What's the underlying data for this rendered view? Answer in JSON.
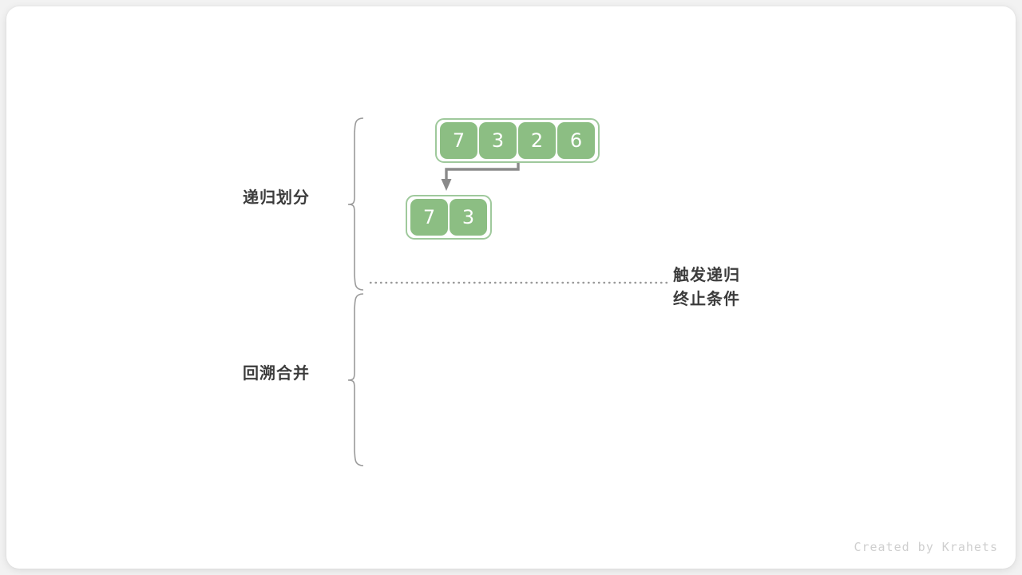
{
  "figure": {
    "title_visible": false,
    "watermark": "Created by Krahets",
    "background_color": "#ffffff",
    "card_color": "#ffffff",
    "accent_green_fill": "#8cbe83",
    "accent_green_border": "#9fc99c",
    "text_color": "#3c3c3c",
    "line_color": "#8a8a8a",
    "dotted_color": "#9a9a9a"
  },
  "stages": [
    {
      "id": "divide",
      "label": "递归划分"
    },
    {
      "id": "merge",
      "label": "回溯合并"
    }
  ],
  "annotations": {
    "terminate_note_lines": [
      "触发递归",
      "终止条件"
    ]
  },
  "arrays": [
    {
      "id": "array-top",
      "values": [
        "7",
        "3",
        "2",
        "6"
      ]
    },
    {
      "id": "array-left",
      "values": [
        "7",
        "3"
      ]
    }
  ],
  "arrow": {
    "label": "",
    "from_array": "array-top",
    "to_array": "array-left",
    "direction": "down-left"
  }
}
